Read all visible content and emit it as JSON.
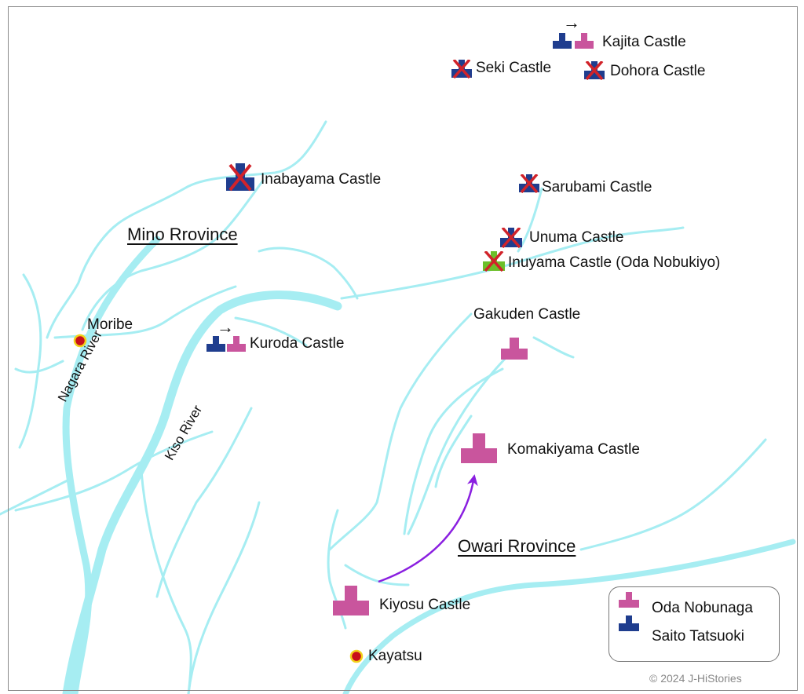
{
  "provinces": {
    "mino": "Mino Rrovince",
    "owari": "Owari Rrovince"
  },
  "rivers": {
    "nagara": "Nagara River",
    "kiso": "Kiso River"
  },
  "castles": {
    "kajita": "Kajita Castle",
    "seki": "Seki Castle",
    "dohora": "Dohora Castle",
    "inabayama": "Inabayama Castle",
    "sarubami": "Sarubami Castle",
    "unuma": "Unuma Castle",
    "inuyama": "Inuyama Castle (Oda Nobukiyo)",
    "gakuden": "Gakuden Castle",
    "kuroda": "Kuroda Castle",
    "komakiyama": "Komakiyama Castle",
    "kiyosu": "Kiyosu Castle"
  },
  "places": {
    "moribe": "Moribe",
    "kayatsu": "Kayatsu"
  },
  "transfer_arrow": "→",
  "legend": {
    "oda": "Oda Nobunaga",
    "saito": "Saito Tatsuoki"
  },
  "copyright": "© 2024 J-HiStories",
  "colors": {
    "oda": "#c9559d",
    "saito": "#1f3d8e",
    "nobukiyo": "#6cbf2a",
    "destroyed_mark": "#d1232a",
    "river": "#a6edf2",
    "move_arrow": "#8a1fe0",
    "town_dot": "#c8101a",
    "town_ring": "#f2d21a"
  }
}
